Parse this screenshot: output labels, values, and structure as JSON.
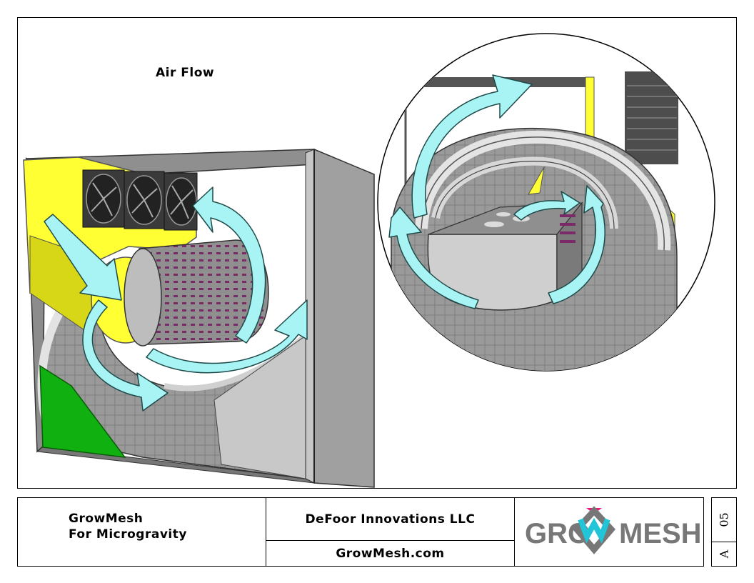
{
  "drawing": {
    "heading": "Air Flow"
  },
  "title_block": {
    "project_line1": "GrowMesh",
    "project_line2": "For Microgravity",
    "company": "DeFoor Innovations LLC",
    "website": "GrowMesh.com",
    "logo_text_left": "GRO",
    "logo_text_right": "MESH",
    "sheet_number": "05",
    "revision": "A"
  },
  "colors": {
    "airflow_arrow": "#a8f4f4",
    "housing_gray": "#a3a3a3",
    "duct_yellow": "#ffff33",
    "tray_green": "#11b011",
    "roller_purple": "#8a3a78",
    "logo_pink": "#e6187e",
    "logo_cyan": "#22c4d8",
    "logo_gray": "#777777"
  },
  "icons": [
    "fan-icon",
    "airflow-arrow-icon",
    "growmesh-logo-icon"
  ]
}
